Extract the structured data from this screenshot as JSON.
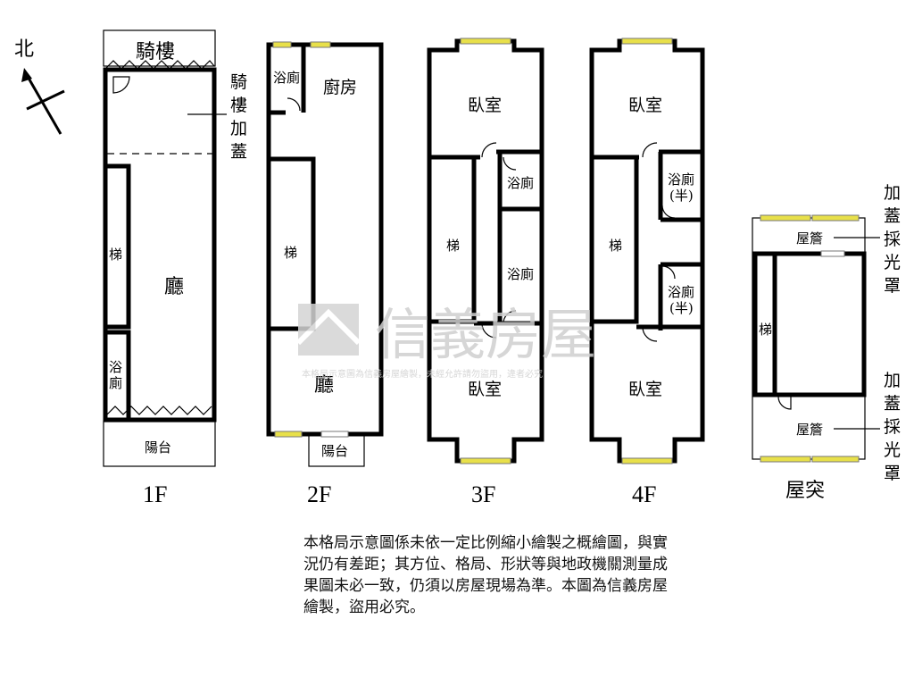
{
  "compass": {
    "north_label": "北"
  },
  "floors": {
    "f1": {
      "label": "1F",
      "arcade": "騎樓",
      "arcade_extension": [
        "騎",
        "樓",
        "加",
        "蓋"
      ],
      "stairs": "梯",
      "hall": "廳",
      "bath": [
        "浴",
        "廁"
      ],
      "balcony": "陽台"
    },
    "f2": {
      "label": "2F",
      "bath": "浴廁",
      "kitchen": "廚房",
      "stairs": "梯",
      "hall": "廳",
      "balcony": "陽台"
    },
    "f3": {
      "label": "3F",
      "bedroom_top": "臥室",
      "stairs": "梯",
      "bath_1": "浴廁",
      "bath_2": "浴廁",
      "bedroom_bottom": "臥室"
    },
    "f4": {
      "label": "4F",
      "bedroom_top": "臥室",
      "stairs": "梯",
      "half_bath_1": [
        "浴廁",
        "(半)"
      ],
      "half_bath_2": [
        "浴廁",
        "(半)"
      ],
      "bedroom_bottom": "臥室"
    },
    "roof": {
      "label": "屋突",
      "eave_top": "屋簷",
      "stairs": "梯",
      "eave_bottom": "屋簷",
      "skylight_top": [
        "加",
        "蓋",
        "採",
        "光",
        "罩"
      ],
      "skylight_bottom": [
        "加",
        "蓋",
        "採",
        "光",
        "罩"
      ]
    }
  },
  "watermark": {
    "brand": "信義房屋",
    "notice": "本格局示意圖為信義房屋繪製，未經允許請勿盜用，違者必究"
  },
  "disclaimer": "本格局示意圖係未依一定比例縮小繪製之概繪圖，與實況仍有差距；其方位、格局、形狀等與地政機關測量成果圖未必一致，仍須以房屋現場為準。本圖為信義房屋繪製，盜用必究。",
  "colors": {
    "window": "#e8e04a",
    "wall": "#000000",
    "watermark": "#cfcfcf"
  }
}
